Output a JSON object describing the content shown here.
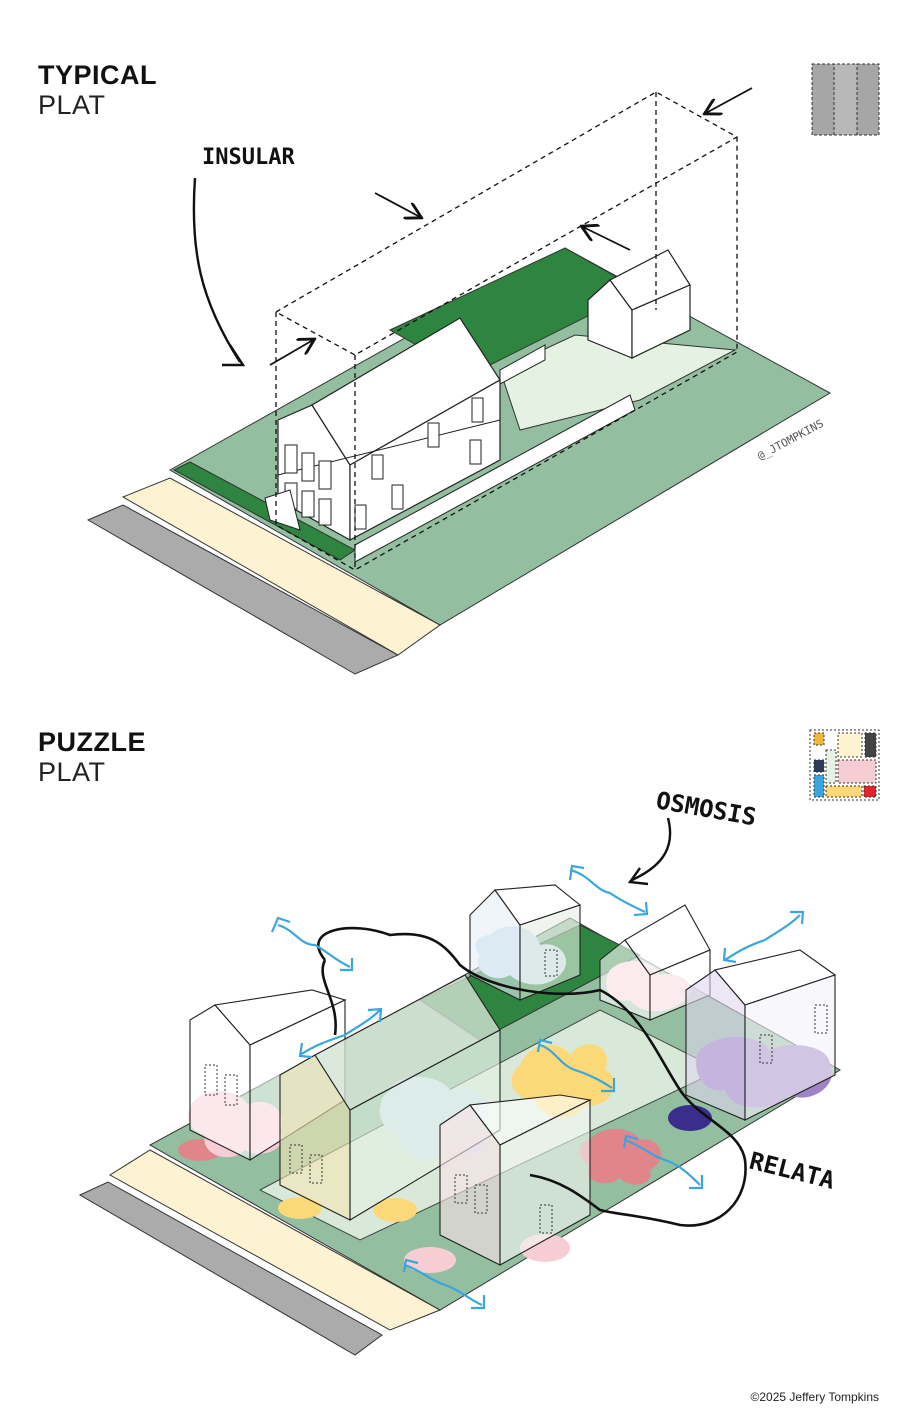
{
  "sections": [
    {
      "title_bold": "TYPICAL",
      "title_light": "PLAT",
      "annotations": [
        "INSULAR"
      ]
    },
    {
      "title_bold": "PUZZLE",
      "title_light": "PLAT",
      "annotations": [
        "OSMOSIS",
        "RELATA"
      ]
    }
  ],
  "signature": "@_JTOMPKINS",
  "credit": "©2025 Jeffery Tompkins",
  "colors": {
    "lawn": "#93bfa0",
    "dark_green": "#2e8540",
    "sidewalk": "#fdf2d2",
    "street": "#ababab",
    "pale_green": "#e5f1e3",
    "blue": "#3aa6dd",
    "puzzle_yellow": "#fbd978",
    "puzzle_pink": "#f7cdd4",
    "puzzle_red": "#e0868a",
    "puzzle_lightblue": "#cfe3f2",
    "puzzle_purple": "#9f83c4",
    "puzzle_navy": "#3a2d8c"
  }
}
